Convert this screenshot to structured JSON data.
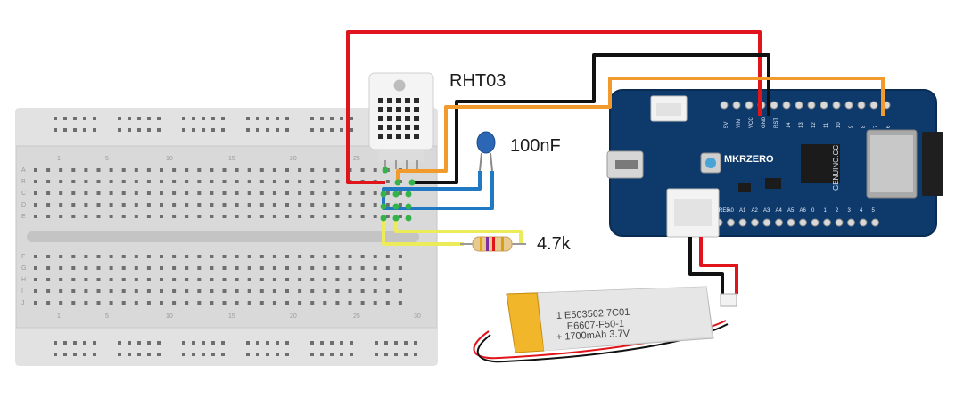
{
  "components": {
    "sensor_label": "RHT03",
    "capacitor_label": "100nF",
    "resistor_label": "4.7k",
    "board_name": "MKRZERO",
    "board_brand": "GENUINO.CC",
    "battery_lines": [
      "1 E503562 7C01",
      "E6607-F50-1",
      "+ 1700mAh 3.7V"
    ]
  },
  "breadboard": {
    "row_letters_top": [
      "A",
      "B",
      "C",
      "D",
      "E"
    ],
    "row_letters_bottom": [
      "F",
      "G",
      "H",
      "I",
      "J"
    ],
    "column_numbers": [
      "1",
      "5",
      "10",
      "15",
      "20",
      "25",
      "30"
    ]
  },
  "board_pins": {
    "top": [
      "5V",
      "VIN",
      "VCC",
      "GND",
      "RST",
      "14",
      "13",
      "12",
      "11",
      "10",
      "9",
      "8",
      "7",
      "6"
    ],
    "bottom": [
      "AREF",
      "A0",
      "A1",
      "A2",
      "A3",
      "A4",
      "A5",
      "A6",
      "0",
      "1",
      "2",
      "3",
      "4",
      "5"
    ]
  },
  "colors": {
    "wire_red": "#e0151b",
    "wire_black": "#111111",
    "wire_orange": "#f39a2c",
    "wire_blue": "#1f7ac3",
    "wire_yellow": "#eceb5a",
    "board_blue": "#0e3a6b",
    "battery_yellow": "#f2b62b"
  }
}
